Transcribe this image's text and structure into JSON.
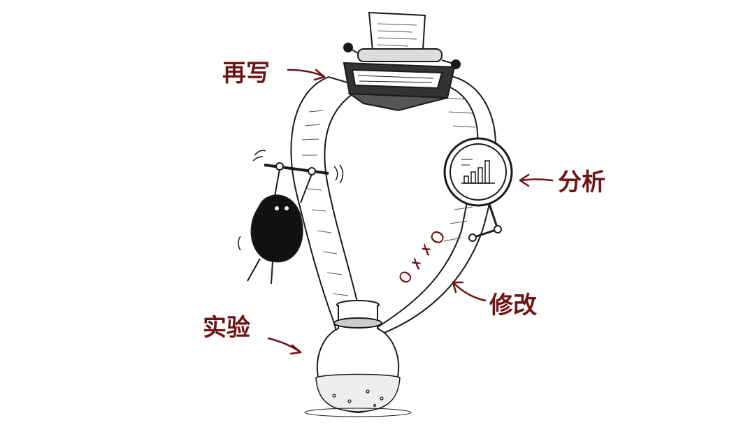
{
  "colors": {
    "ink": "#1a1a1a",
    "annotation": "#6e1414",
    "paper": "#ffffff",
    "liquid": "#eeeeee"
  },
  "labels": {
    "rewrite": "再写",
    "analyze": "分析",
    "revise": "修改",
    "experiment": "实验"
  },
  "paper_marks": [
    "O",
    "✗",
    "✗",
    "O"
  ],
  "icons": [
    "typewriter-icon",
    "magnifier-icon",
    "flask-icon",
    "ink-blob-creature-icon",
    "bar-chart-icon"
  ]
}
